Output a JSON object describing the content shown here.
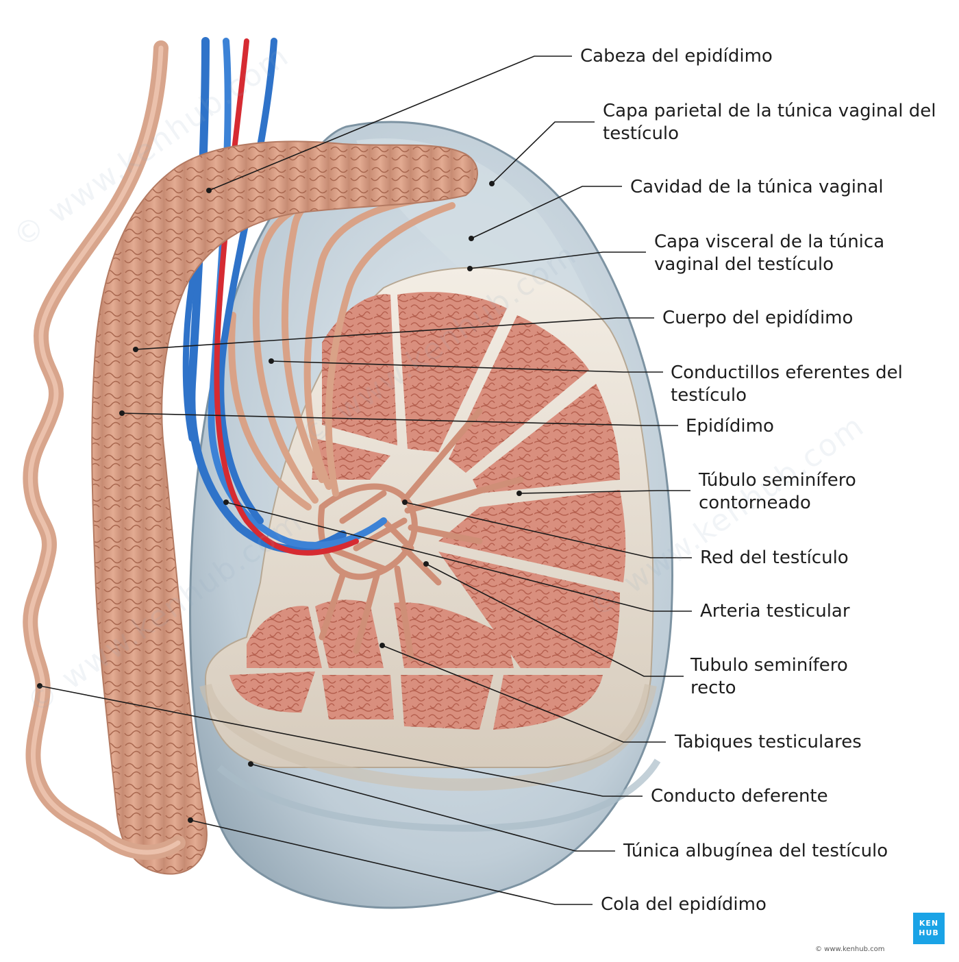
{
  "labels": [
    {
      "lines": [
        "Cabeza del epidídimo"
      ]
    },
    {
      "lines": [
        "Capa parietal de la túnica vaginal del",
        "testículo"
      ]
    },
    {
      "lines": [
        "Cavidad de la túnica vaginal"
      ]
    },
    {
      "lines": [
        "Capa visceral de la túnica",
        "vaginal del testículo"
      ]
    },
    {
      "lines": [
        "Cuerpo del epidídimo"
      ]
    },
    {
      "lines": [
        "Conductillos eferentes del",
        "testículo"
      ]
    },
    {
      "lines": [
        "Epidídimo"
      ]
    },
    {
      "lines": [
        "Túbulo seminífero",
        "contorneado"
      ]
    },
    {
      "lines": [
        "Red del testículo"
      ]
    },
    {
      "lines": [
        "Arteria testicular"
      ]
    },
    {
      "lines": [
        "Tubulo seminífero",
        "recto"
      ]
    },
    {
      "lines": [
        "Tabiques testiculares"
      ]
    },
    {
      "lines": [
        "Conducto deferente"
      ]
    },
    {
      "lines": [
        "Túnica albugínea del testículo"
      ]
    },
    {
      "lines": [
        "Cola del epidídimo"
      ]
    }
  ],
  "watermark": "© www.kenhub.com",
  "logo": {
    "line1": "KEN",
    "line2": "HUB"
  },
  "copyright": "© www.kenhub.com",
  "colors": {
    "epididymis": "#dba389",
    "lobule": "#d9907d",
    "tunica": "#b9c9d3",
    "albuginea": "#ebe3d7",
    "vein": "#2f73c9",
    "artery": "#d62b32",
    "leader": "#1a1a1a"
  }
}
